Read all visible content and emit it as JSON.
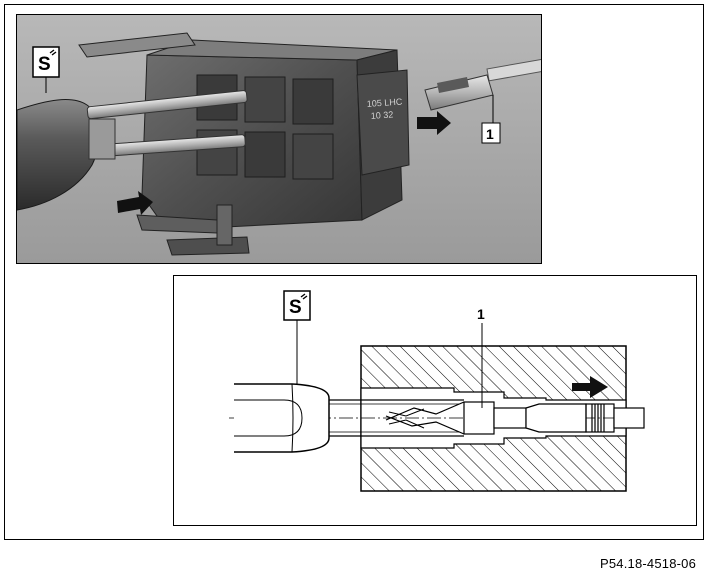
{
  "figure": {
    "tool_symbol_photo": "S",
    "tool_symbol_drawing": "S",
    "callout_photo": "1",
    "callout_drawing": "1",
    "photo_housing_text_line1": "105 LHC",
    "photo_housing_text_line2": "10 32",
    "reference_code": "P54.18-4518-06"
  },
  "colors": {
    "photo_background": "#a9a9a9",
    "line": "#000000",
    "paper": "#ffffff"
  },
  "icons": {
    "tool": "tool-symbol-icon",
    "arrow": "arrow-right-icon"
  }
}
